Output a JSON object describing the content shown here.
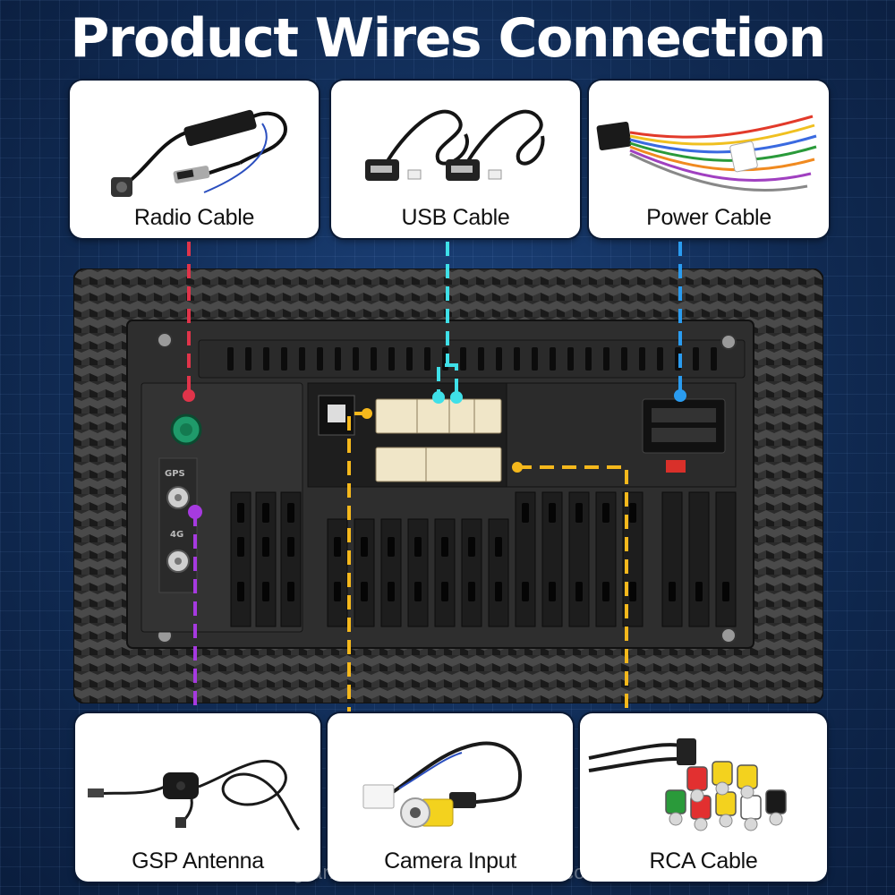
{
  "title": "Product Wires Connection",
  "cables": {
    "radio": "Radio Cable",
    "usb": "USB Cable",
    "power": "Power Cable",
    "gps_antenna": "GSP Antenna",
    "camera": "Camera Input",
    "rca": "RCA Cable"
  },
  "unit_labels": {
    "gps": "GPS",
    "fourg": "4G"
  },
  "watermark": "grandnewmaterial.en.alibaba.com",
  "colors": {
    "radio_wire": "#e0344a",
    "usb_wire": "#3fe0e8",
    "power_wire": "#2a9cf0",
    "antenna_wire": "#a63ae0",
    "camera_wire": "#f5b81c",
    "rca_wire": "#f5b81c"
  }
}
